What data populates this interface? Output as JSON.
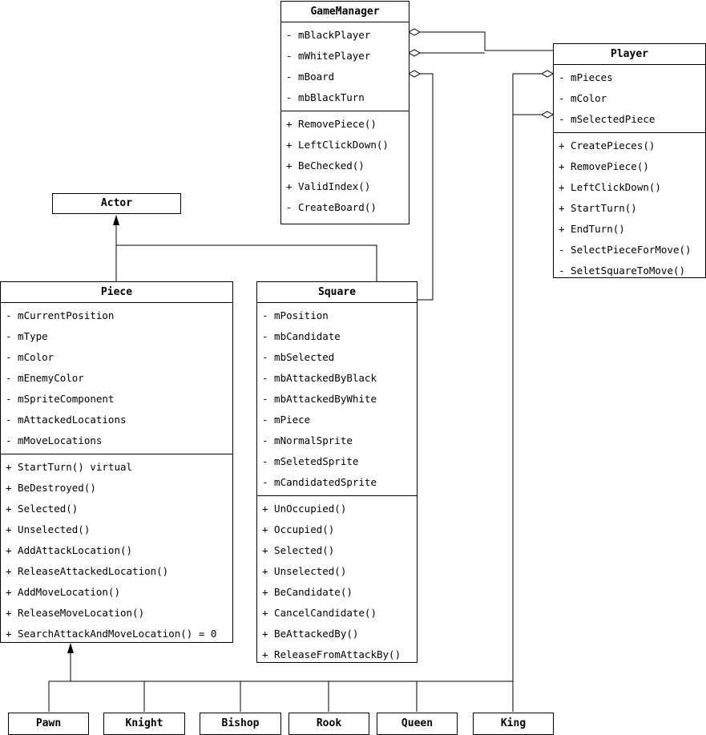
{
  "classes": {
    "gamemanager": {
      "name": "GameManager",
      "attributes": [
        "- mBlackPlayer",
        "- mWhitePlayer",
        "- mBoard",
        "- mbBlackTurn"
      ],
      "methods": [
        "+ RemovePiece()",
        "+ LeftClickDown()",
        "+ BeChecked()",
        "+ ValidIndex()",
        "- CreateBoard()"
      ]
    },
    "player": {
      "name": "Player",
      "attributes": [
        "- mPieces",
        "- mColor",
        "- mSelectedPiece"
      ],
      "methods": [
        "+ CreatePieces()",
        "+ RemovePiece()",
        "+ LeftClickDown()",
        "+ StartTurn()",
        "+ EndTurn()",
        "- SelectPieceForMove()",
        "- SeletSquareToMove()"
      ]
    },
    "actor": {
      "name": "Actor"
    },
    "piece": {
      "name": "Piece",
      "attributes": [
        "- mCurrentPosition",
        "- mType",
        "- mColor",
        "- mEnemyColor",
        "- mSpriteComponent",
        "- mAttackedLocations",
        "- mMoveLocations"
      ],
      "methods": [
        "+ StartTurn() virtual",
        "+ BeDestroyed()",
        "+ Selected()",
        "+ Unselected()",
        "+ AddAttackLocation()",
        "+ ReleaseAttackedLocation()",
        "+ AddMoveLocation()",
        "+ ReleaseMoveLocation()",
        "+ SearchAttackAndMoveLocation() = 0"
      ]
    },
    "square": {
      "name": "Square",
      "attributes": [
        "- mPosition",
        "- mbCandidate",
        "- mbSelected",
        "- mbAttackedByBlack",
        "- mbAttackedByWhite",
        "- mPiece",
        "- mNormalSprite",
        "- mSeletedSprite",
        "- mCandidatedSprite"
      ],
      "methods": [
        "+ UnOccupied()",
        "+ Occupied()",
        "+ Selected()",
        "+ Unselected()",
        "+ BeCandidate()",
        "+ CancelCandidate()",
        "+ BeAttackedBy()",
        "+ ReleaseFromAttackBy()"
      ]
    },
    "pawn": {
      "name": "Pawn"
    },
    "knight": {
      "name": "Knight"
    },
    "bishop": {
      "name": "Bishop"
    },
    "rook": {
      "name": "Rook"
    },
    "queen": {
      "name": "Queen"
    },
    "king": {
      "name": "King"
    }
  },
  "colors": {
    "line": "#000000",
    "background": "#ffffff"
  }
}
